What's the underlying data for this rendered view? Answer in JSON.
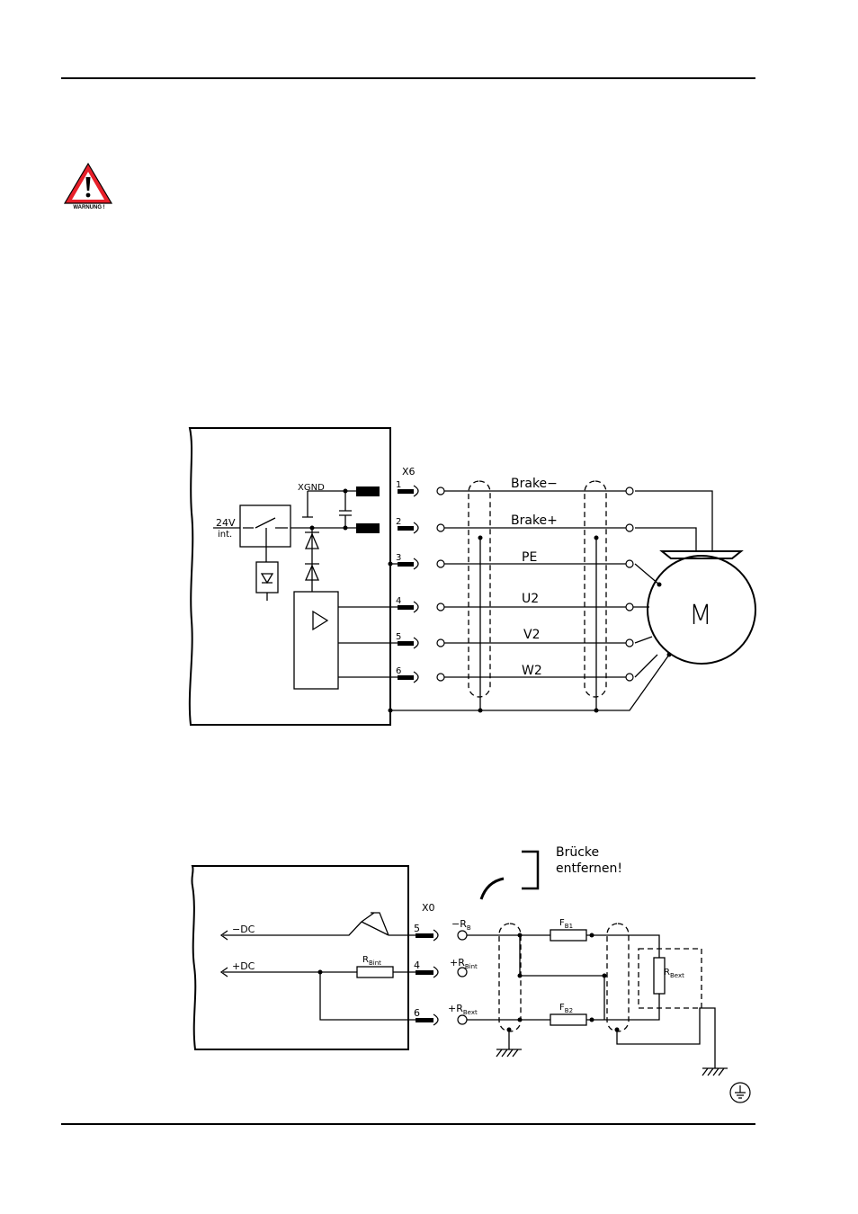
{
  "warning": {
    "caption": "WARNUNG !",
    "icon": "warning-triangle-icon",
    "colors": {
      "fill": "#e8202a",
      "mark": "#000000"
    }
  },
  "motor_diagram": {
    "connector": "X6",
    "xgnd": "XGND",
    "supply_line1": "24V",
    "supply_line2": "int.",
    "motor": "M",
    "pins": [
      {
        "number": "1",
        "signal": "Brake−"
      },
      {
        "number": "2",
        "signal": "Brake+"
      },
      {
        "number": "3",
        "signal": "PE"
      },
      {
        "number": "4",
        "signal": "U2"
      },
      {
        "number": "5",
        "signal": "V2"
      },
      {
        "number": "6",
        "signal": "W2"
      }
    ]
  },
  "brake_diagram": {
    "connector": "X0",
    "note_line1": "Brücke",
    "note_line2": "entfernen!",
    "neg_dc": "−DC",
    "pos_dc": "+DC",
    "resistor_int": {
      "base": "R",
      "sub": "Bint"
    },
    "resistor_ext": {
      "base": "R",
      "sub": "Bext"
    },
    "fuse1": {
      "base": "F",
      "sub": "B1"
    },
    "fuse2": {
      "base": "F",
      "sub": "B2"
    },
    "pins": [
      {
        "number": "5",
        "prefix": "−R",
        "sub": "B"
      },
      {
        "number": "4",
        "prefix": "+R",
        "sub": "Bint"
      },
      {
        "number": "6",
        "prefix": "+R",
        "sub": "Bext"
      }
    ]
  }
}
